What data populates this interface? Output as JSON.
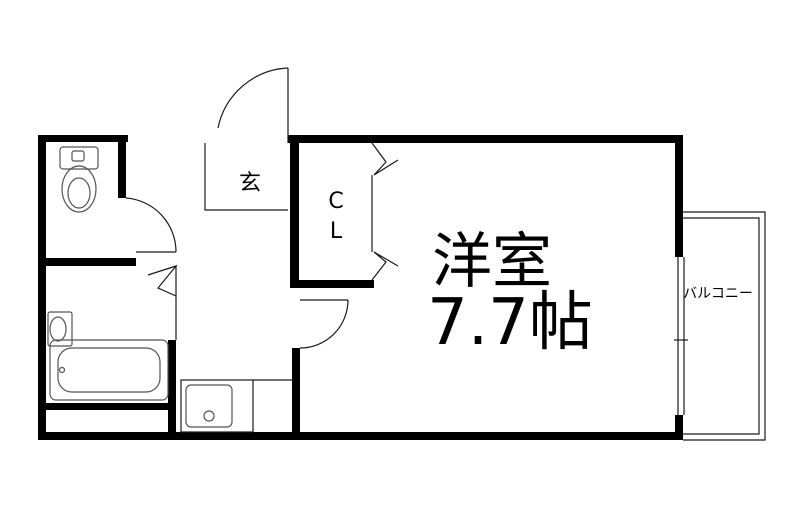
{
  "rooms": {
    "genkan": "玄",
    "closet_line1": "C",
    "closet_line2": "L",
    "main_name": "洋室",
    "main_size": "7.7帖",
    "balcony": "バルコニー"
  },
  "colors": {
    "wall": "#000000",
    "line": "#1a1a1a",
    "fixture": "#555555",
    "background": "#ffffff"
  }
}
